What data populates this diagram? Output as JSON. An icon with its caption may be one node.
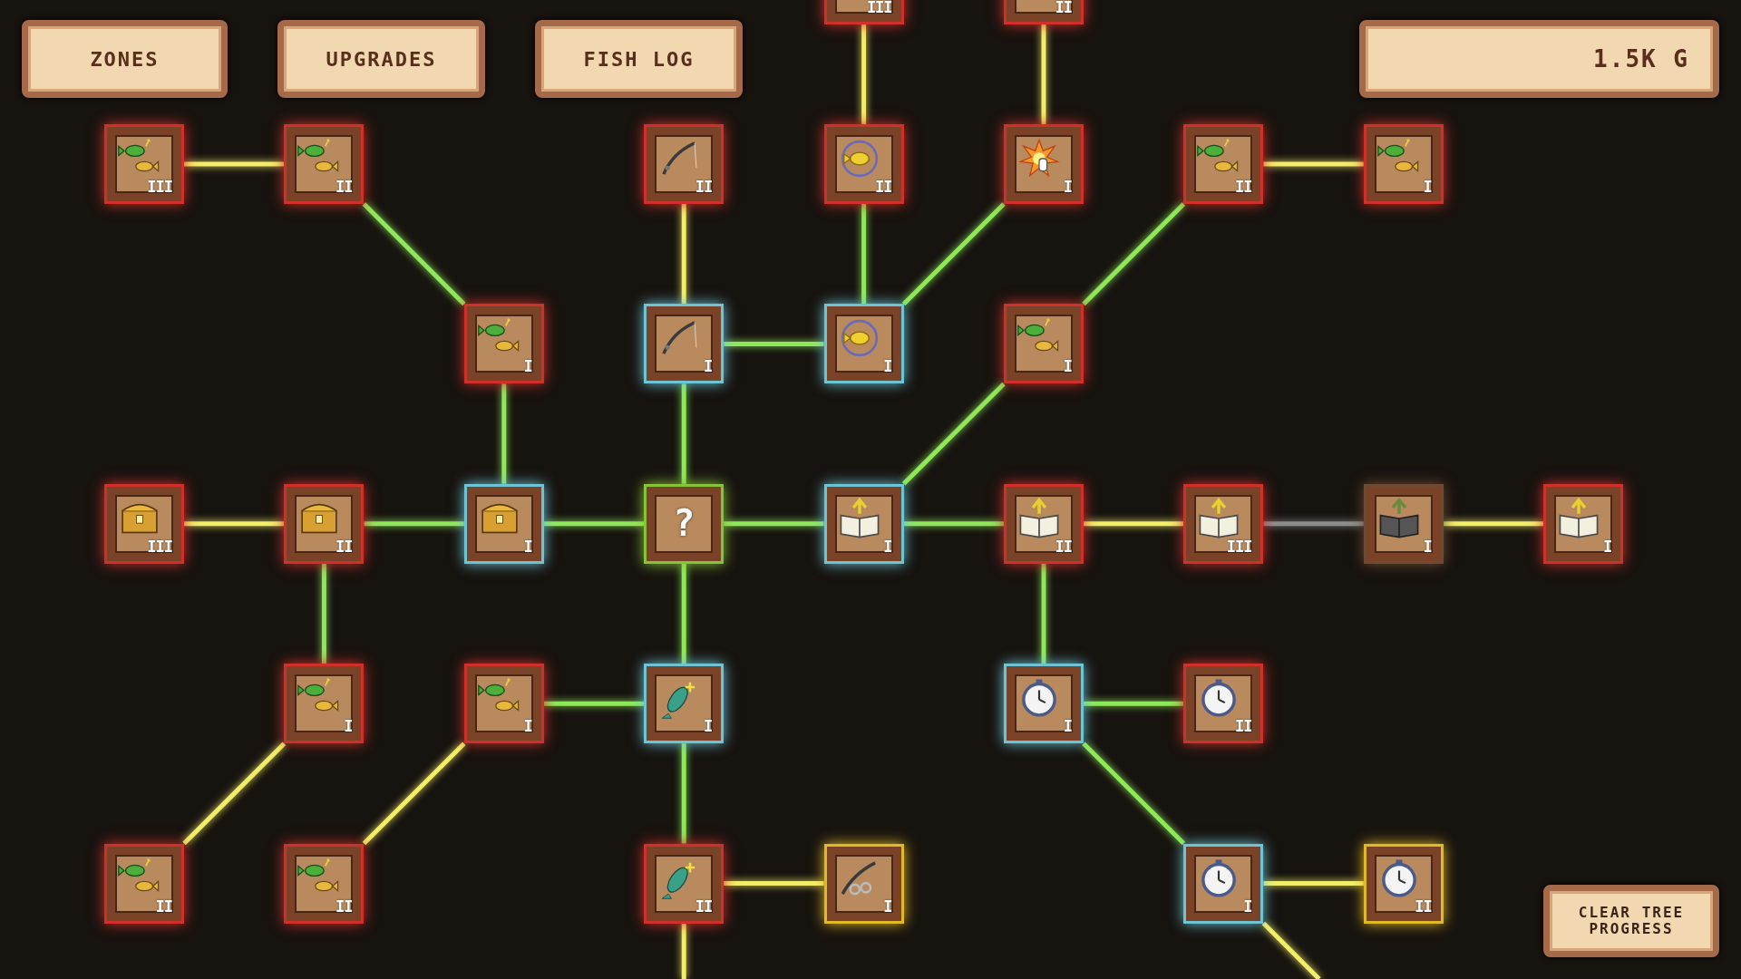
{
  "diagram": {
    "nodes": [
      {
        "text": [
          "ZONES"
        ]
      },
      {
        "text": [
          "UPGRADES"
        ]
      },
      {
        "text": [
          "FISH LOG"
        ]
      },
      {
        "text": [
          "III"
        ]
      },
      {
        "text": [
          "II"
        ]
      },
      {
        "text": [
          "1.5K G"
        ]
      },
      {
        "text": [
          "III"
        ]
      },
      {
        "text": [
          "II"
        ]
      },
      {
        "text": [
          "II"
        ]
      },
      {
        "text": [
          "II"
        ]
      },
      {
        "text": [
          "I"
        ]
      },
      {
        "text": [
          "II"
        ]
      },
      {
        "text": [
          "I"
        ]
      },
      {
        "text": [
          "I"
        ]
      },
      {
        "text": [
          "I"
        ]
      },
      {
        "text": [
          "I"
        ]
      },
      {
        "text": [
          "I"
        ]
      },
      {
        "text": [
          "III"
        ]
      },
      {
        "text": [
          "II"
        ]
      },
      {
        "text": [
          "I"
        ]
      },
      {
        "text": [
          "?"
        ]
      },
      {
        "text": [
          "I"
        ]
      },
      {
        "text": [
          "II"
        ]
      },
      {
        "text": [
          "III"
        ]
      },
      {
        "text": [
          "I"
        ]
      },
      {
        "text": [
          "I"
        ]
      },
      {
        "text": [
          "I"
        ]
      },
      {
        "text": [
          "I"
        ]
      },
      {
        "text": [
          "I"
        ]
      },
      {
        "text": [
          "I"
        ]
      },
      {
        "text": [
          "II"
        ]
      },
      {
        "text": [
          "II"
        ]
      },
      {
        "text": [
          "II"
        ]
      },
      {
        "text": [
          "II"
        ]
      },
      {
        "text": [
          "I"
        ]
      },
      {
        "text": [
          "I"
        ]
      },
      {
        "text": [
          "II"
        ]
      },
      {
        "text": [
          "CLEAR TREE PROGRESS"
        ]
      }
    ],
    "edges": [
      {
        "from": 6,
        "to": 7,
        "arrow": "none",
        "color": "#f2ee6a"
      },
      {
        "from": 7,
        "to": 13,
        "arrow": "none"
      },
      {
        "from": 3,
        "to": 9,
        "arrow": "none",
        "color": "#f2ee6a"
      },
      {
        "from": 4,
        "to": 10,
        "arrow": "none",
        "color": "#f2ee6a"
      },
      {
        "from": 8,
        "to": 14,
        "arrow": "none",
        "color": "#f2ee6a"
      },
      {
        "from": 9,
        "to": 15,
        "arrow": "none"
      },
      {
        "from": 10,
        "to": 15,
        "arrow": "none"
      },
      {
        "from": 11,
        "to": 12,
        "arrow": "none",
        "color": "#f2ee6a"
      },
      {
        "from": 11,
        "to": 16,
        "arrow": "none"
      },
      {
        "from": 13,
        "to": 19,
        "arrow": "none"
      },
      {
        "from": 14,
        "to": 15,
        "arrow": "none"
      },
      {
        "from": 14,
        "to": 20,
        "arrow": "none"
      },
      {
        "from": 16,
        "to": 21,
        "arrow": "none"
      },
      {
        "from": 17,
        "to": 18,
        "arrow": "none",
        "color": "#f2ee6a"
      },
      {
        "from": 18,
        "to": 19,
        "arrow": "none"
      },
      {
        "from": 19,
        "to": 20,
        "arrow": "none"
      },
      {
        "from": 20,
        "to": 21,
        "arrow": "none"
      },
      {
        "from": 21,
        "to": 22,
        "arrow": "none"
      },
      {
        "from": 22,
        "to": 23,
        "arrow": "none",
        "color": "#f2ee6a"
      },
      {
        "from": 23,
        "to": 24,
        "arrow": "none",
        "color": "#8c8c8c"
      },
      {
        "from": 24,
        "to": 25,
        "arrow": "none",
        "color": "#f2ee6a"
      },
      {
        "from": 18,
        "to": 26,
        "arrow": "none"
      },
      {
        "from": 20,
        "to": 28,
        "arrow": "none"
      },
      {
        "from": 22,
        "to": 29,
        "arrow": "none"
      },
      {
        "from": 26,
        "to": 31,
        "arrow": "none",
        "color": "#f2ee6a"
      },
      {
        "from": 27,
        "to": 28,
        "arrow": "none"
      },
      {
        "from": 27,
        "to": 32,
        "arrow": "none",
        "color": "#f2ee6a"
      },
      {
        "from": 28,
        "to": 33,
        "arrow": "none"
      },
      {
        "from": 29,
        "to": 30,
        "arrow": "none"
      },
      {
        "from": 29,
        "to": 35,
        "arrow": "none"
      },
      {
        "from": 33,
        "to": 34,
        "arrow": "none",
        "color": "#f2ee6a"
      },
      {
        "from": 33,
        "to": null,
        "arrow": "none",
        "color": "#f2ee6a"
      },
      {
        "from": 35,
        "to": 36,
        "arrow": "none",
        "color": "#f2ee6a"
      },
      {
        "from": 35,
        "to": null,
        "arrow": "none",
        "color": "#f2ee6a"
      }
    ]
  }
}
